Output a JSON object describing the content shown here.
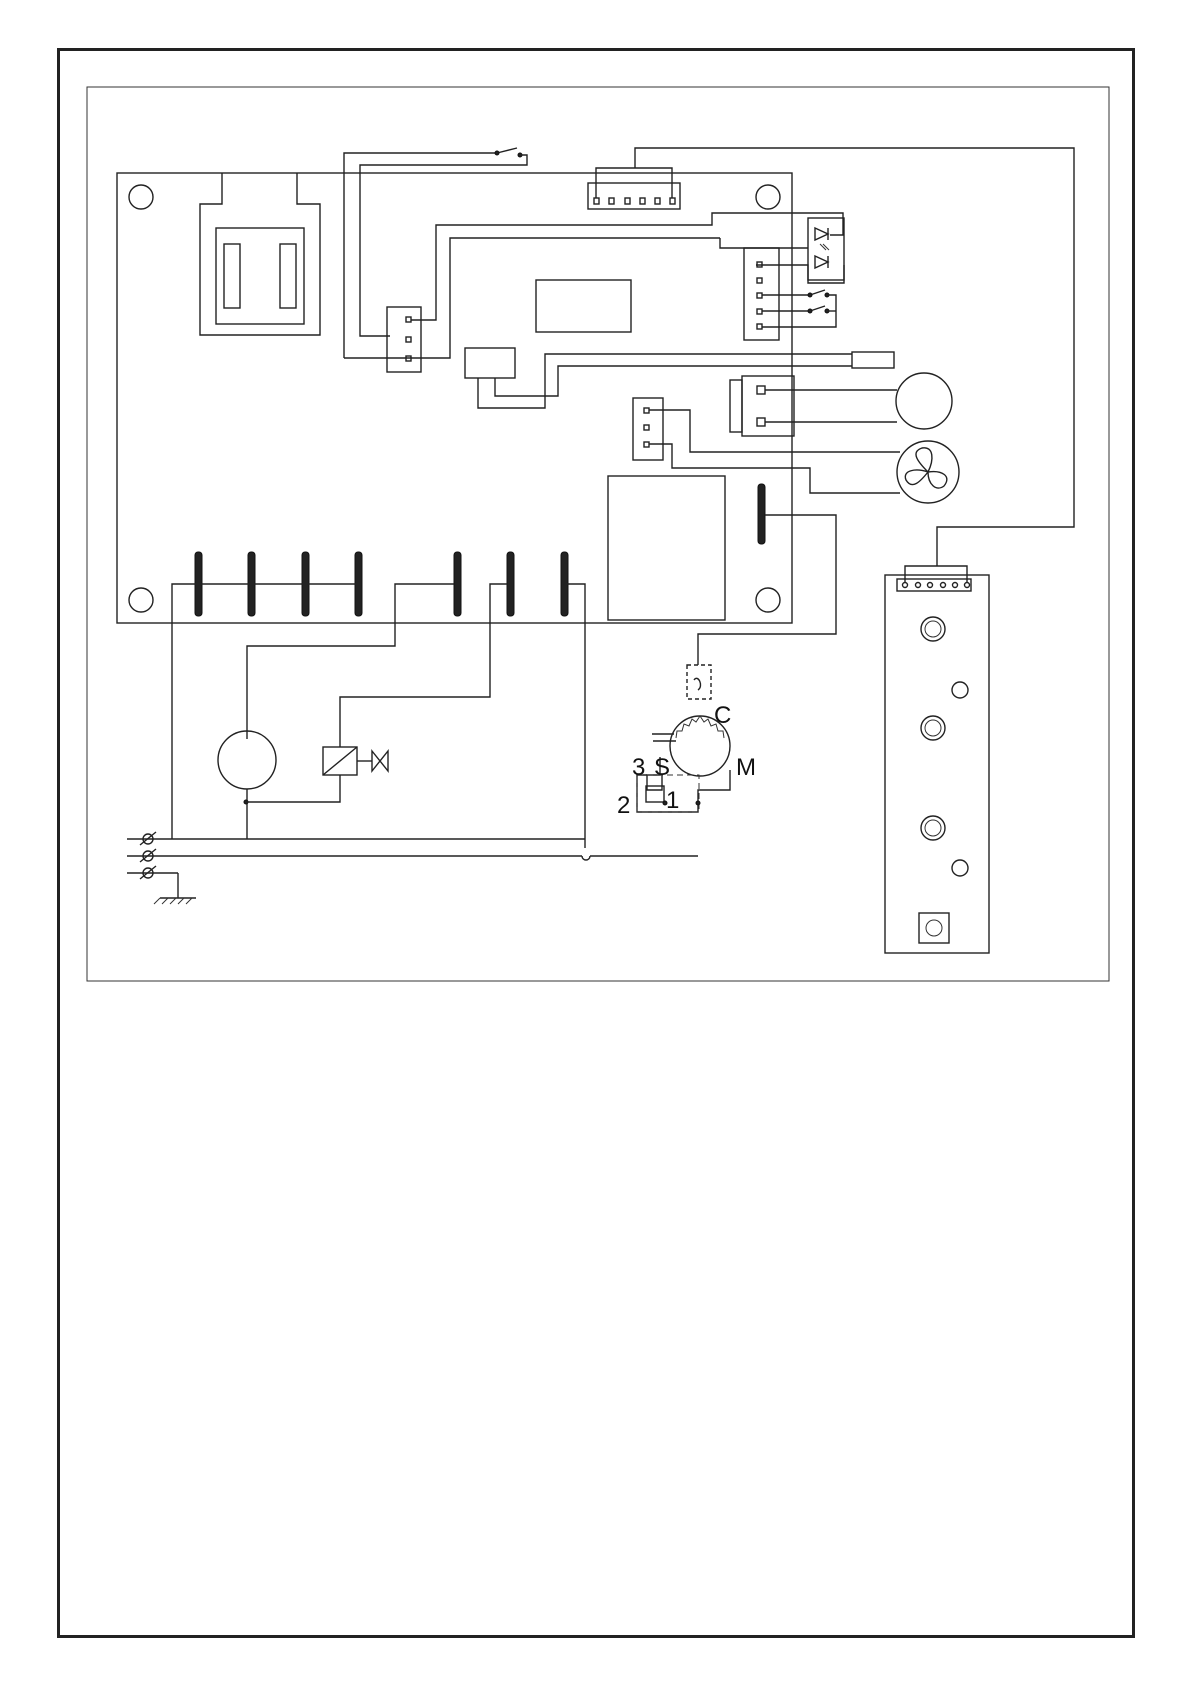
{
  "diagram": {
    "compressor_terminals": {
      "common": "C",
      "start": "S",
      "main": "M",
      "terminal_3": "3",
      "terminal_2": "2",
      "terminal_1": "1"
    },
    "icons": [
      "transformer-icon",
      "fan-icon",
      "motor-icon",
      "solenoid-valve-icon",
      "ground-icon",
      "led-icon",
      "switch-icon",
      "thermal-protector-icon"
    ]
  }
}
